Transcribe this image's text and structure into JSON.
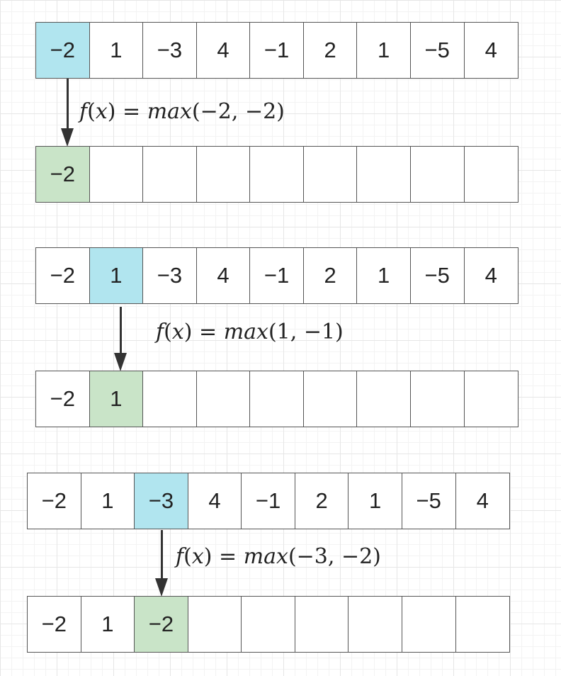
{
  "input_array": [
    "−2",
    "1",
    "−3",
    "4",
    "−1",
    "2",
    "1",
    "−5",
    "4"
  ],
  "steps": [
    {
      "formula": {
        "fn": "f",
        "var": "x",
        "eq": "=",
        "op": "max",
        "args": "(−2, −2)"
      },
      "output": [
        "−2",
        "",
        "",
        "",
        "",
        "",
        "",
        "",
        ""
      ]
    },
    {
      "formula": {
        "fn": "f",
        "var": "x",
        "eq": "=",
        "op": "max",
        "args": "(1, −1)"
      },
      "output": [
        "−2",
        "1",
        "",
        "",
        "",
        "",
        "",
        "",
        ""
      ]
    },
    {
      "formula": {
        "fn": "f",
        "var": "x",
        "eq": "=",
        "op": "max",
        "args": "(−3, −2)"
      },
      "output": [
        "−2",
        "1",
        "−2",
        "",
        "",
        "",
        "",
        "",
        ""
      ]
    }
  ],
  "colors": {
    "current_input": "#b1e5ef",
    "result_cell": "#c9e4c8",
    "grid": "#e6e6e6"
  }
}
